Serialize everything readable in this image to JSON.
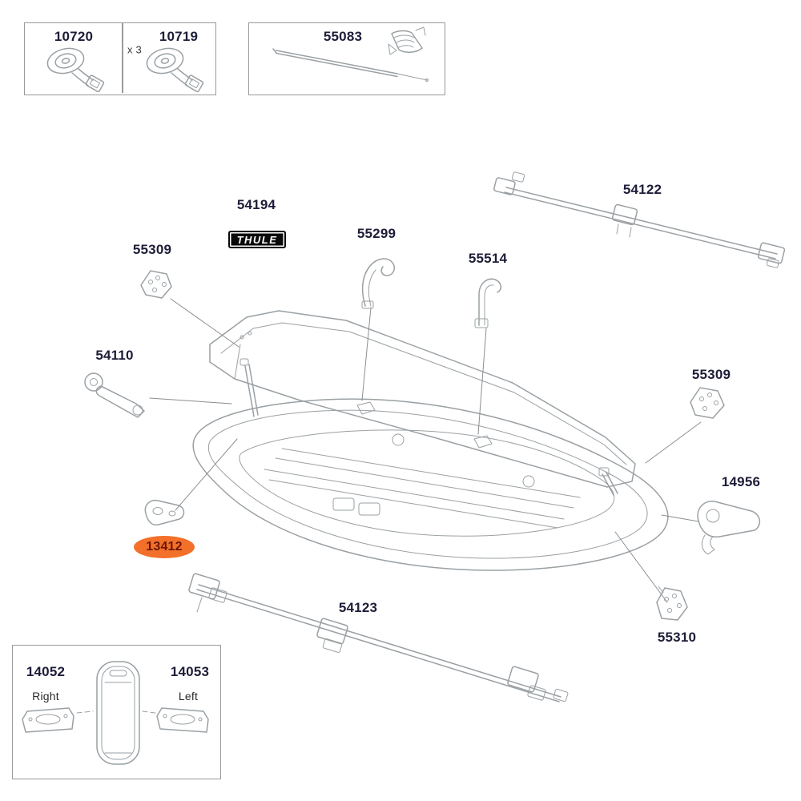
{
  "parts": {
    "strap_box": {
      "left_number": "10720",
      "multiplier": "x 3",
      "right_number": "10719"
    },
    "rod_box": {
      "number": "55083"
    },
    "bar_top": "54122",
    "logo_part": "54194",
    "logo_text": "THULE",
    "hook_front": "55299",
    "bracket_left": "55309",
    "hook_rear": "55514",
    "tensioner": "54110",
    "bracket_right": "55309",
    "latch": "14956",
    "highlighted_part": "13412",
    "bar_bottom": "54123",
    "bracket_bottom": "55310",
    "handle_box": {
      "right_number": "14052",
      "right_side": "Right",
      "left_number": "14053",
      "left_side": "Left"
    }
  },
  "highlight": {
    "fill": "#f3702a",
    "text_color": "#6b1703"
  },
  "colors": {
    "label": "#1d1d38",
    "line_art": "#9aa0a4",
    "leader_line": "#8a8e92"
  }
}
